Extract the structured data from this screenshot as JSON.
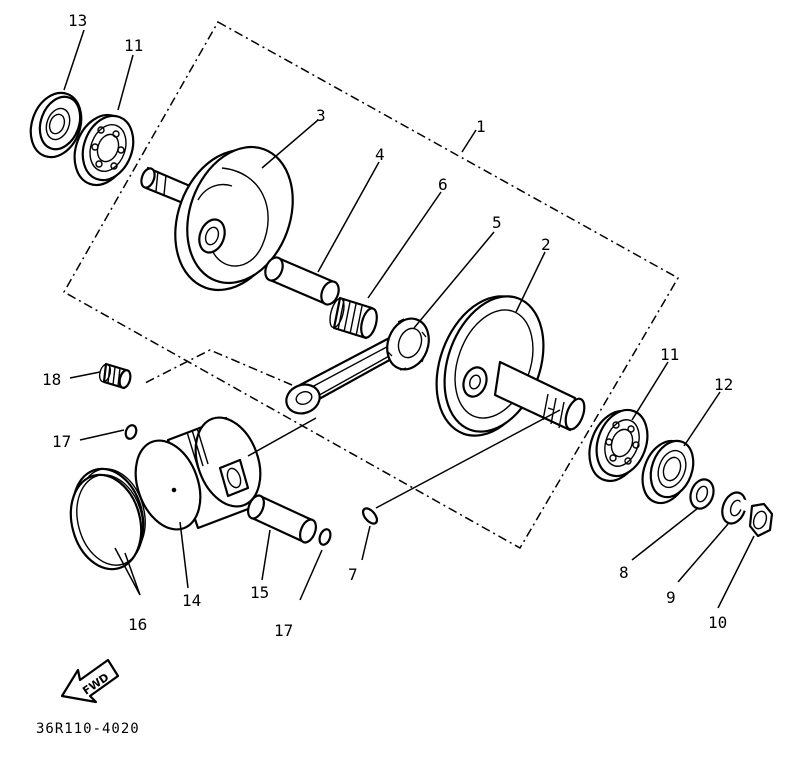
{
  "callouts": {
    "c13": "13",
    "c11a": "11",
    "c3": "3",
    "c1": "1",
    "c4": "4",
    "c6": "6",
    "c5": "5",
    "c2": "2",
    "c11b": "11",
    "c12": "12",
    "c18": "18",
    "c17a": "17",
    "c14": "14",
    "c15": "15",
    "c17b": "17",
    "c16": "16",
    "c7": "7",
    "c8": "8",
    "c9": "9",
    "c10": "10"
  },
  "arrow_label": "FWD",
  "drawing_code": "36R110-4020"
}
